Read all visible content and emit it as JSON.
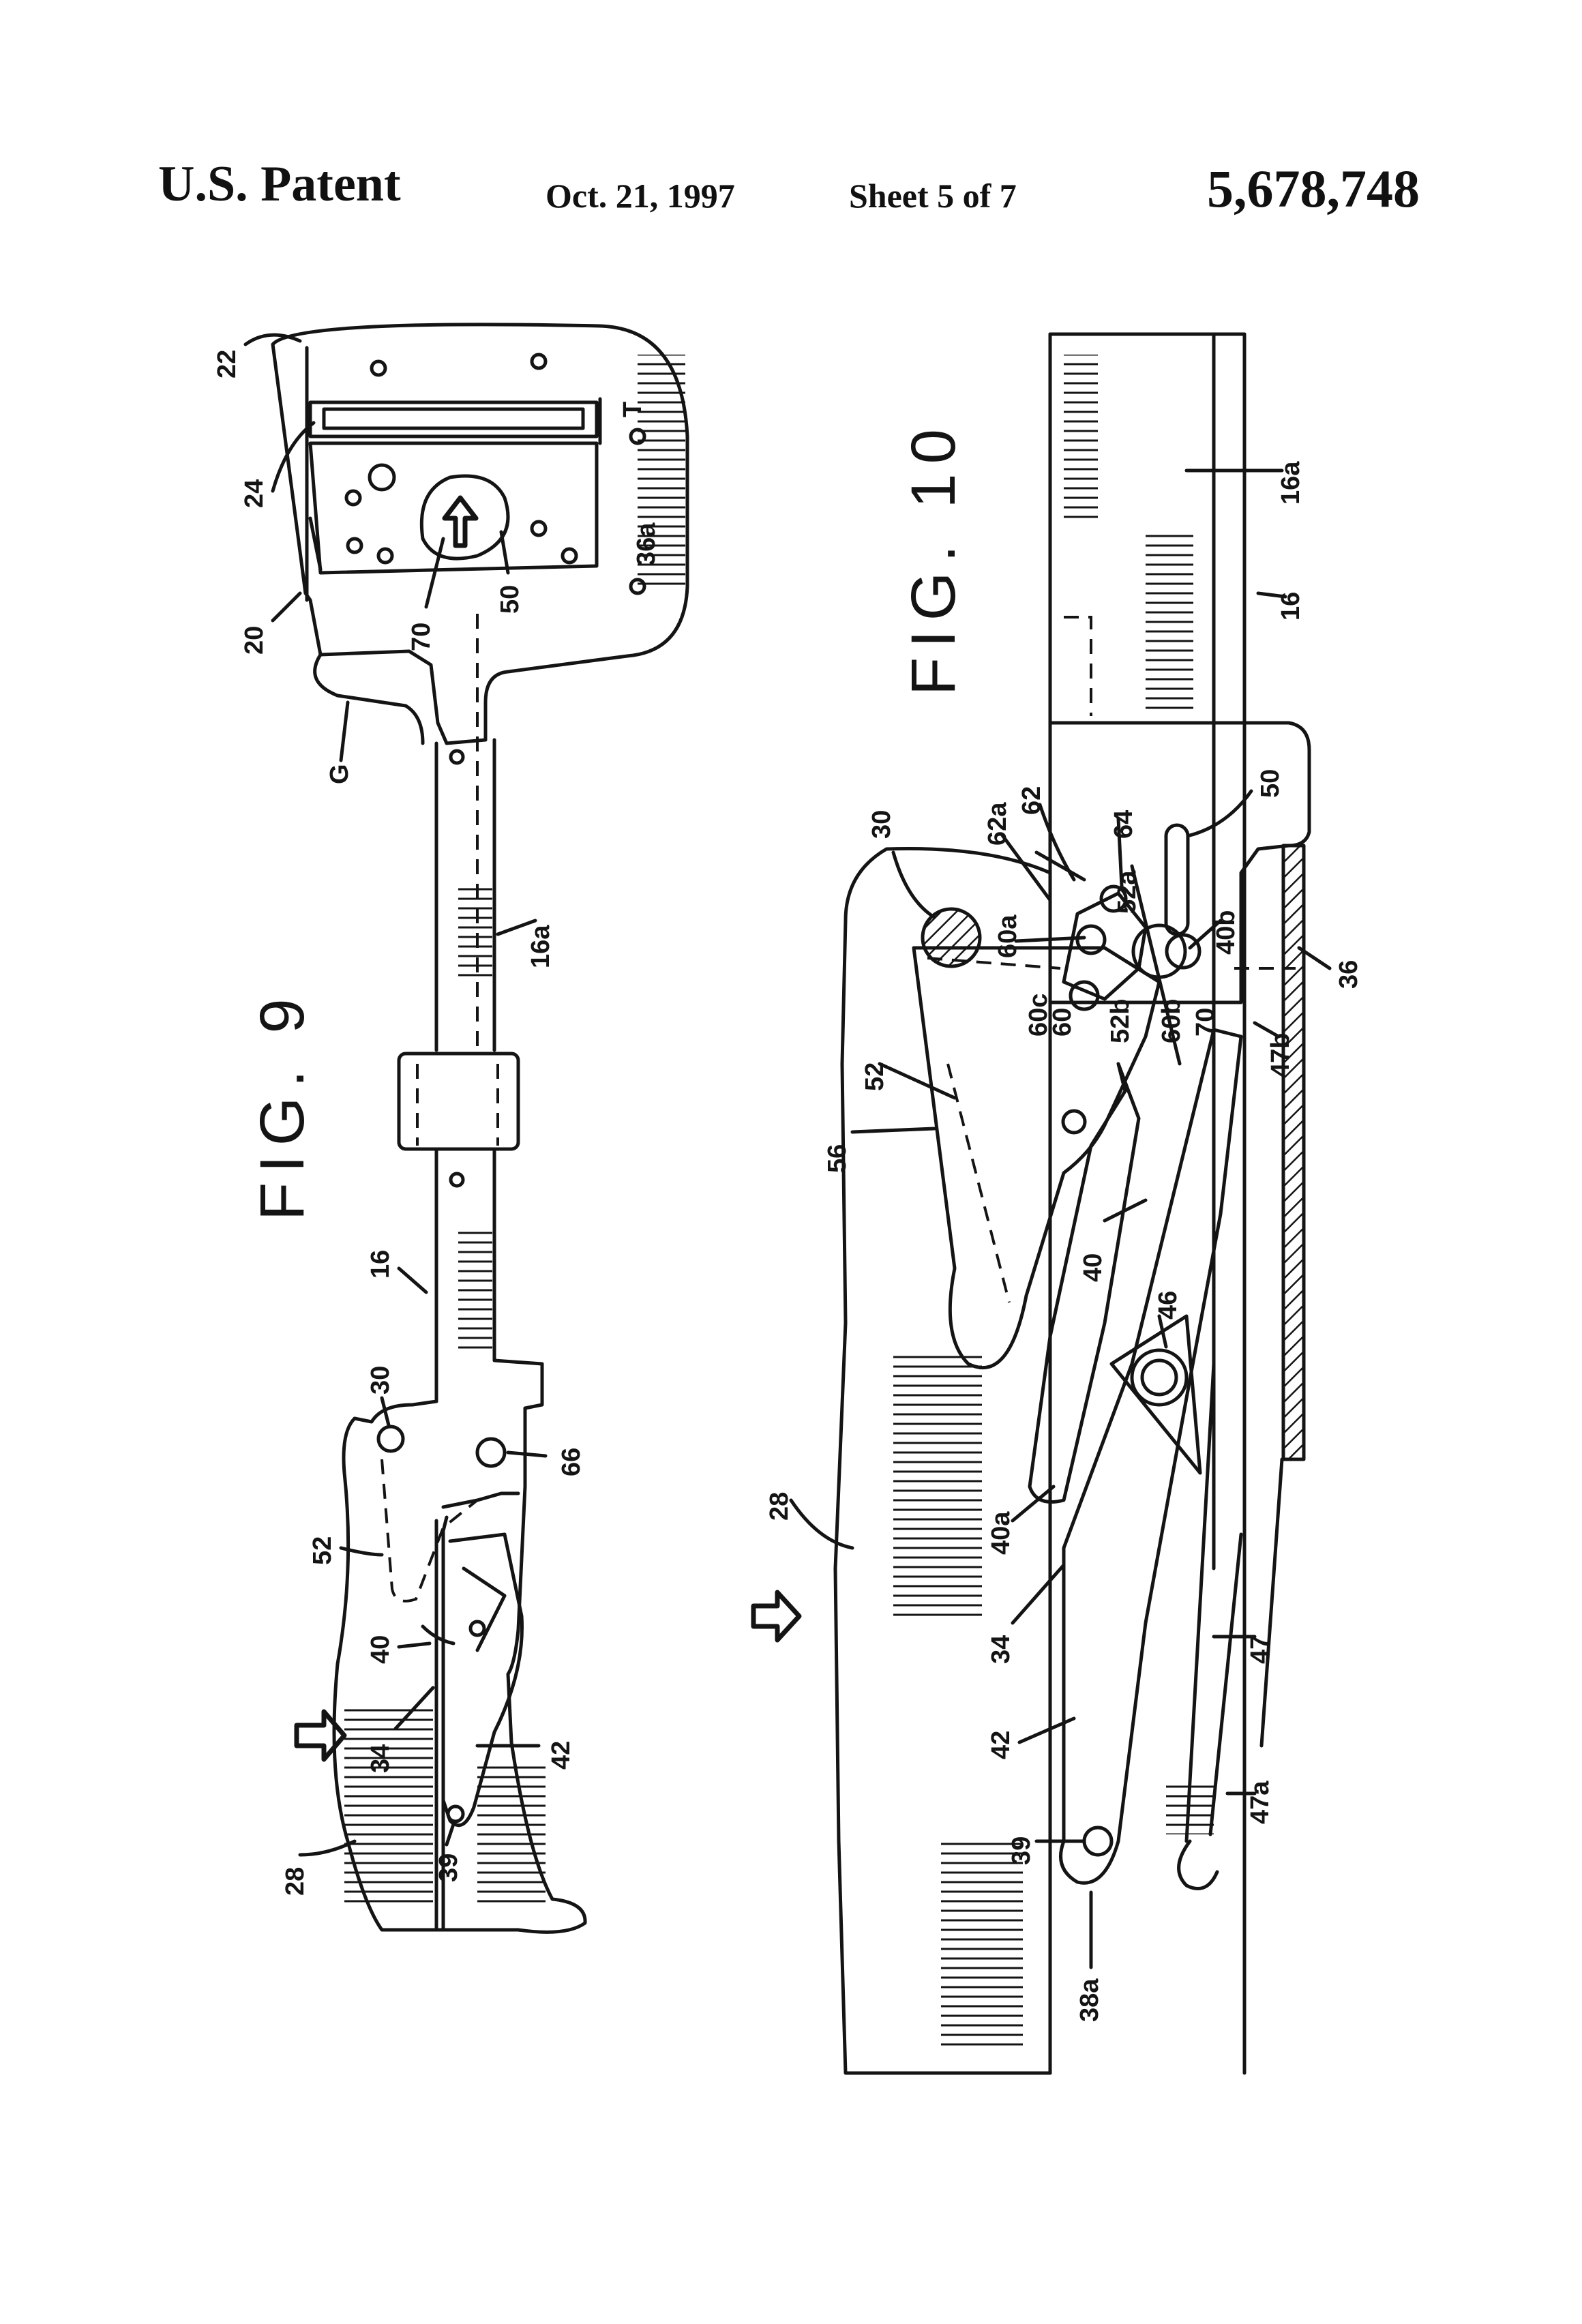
{
  "header": {
    "left": "U.S. Patent",
    "date": "Oct. 21, 1997",
    "sheet": "Sheet 5 of 7",
    "number": "5,678,748"
  },
  "fig9": {
    "title": "FIG. 9",
    "labels": {
      "l22": "22",
      "l24": "24",
      "l20": "20",
      "lG": "G",
      "lT": "T",
      "l70": "70",
      "l50": "50",
      "l36a": "36a",
      "l16a": "16a",
      "l16": "16",
      "l30": "30",
      "l66": "66",
      "l52": "52",
      "l40": "40",
      "l34": "34",
      "l42": "42",
      "l39": "39",
      "l28": "28"
    }
  },
  "fig10": {
    "title": "FIG. 10",
    "labels": {
      "l16a": "16a",
      "l16": "16",
      "l50": "50",
      "l64": "64",
      "l62": "62",
      "l62a": "62a",
      "l30": "30",
      "l52a": "52a",
      "l40b": "40b",
      "l60a": "60a",
      "l36": "36",
      "l52": "52",
      "l60c": "60c",
      "l60": "60",
      "l52b": "52b",
      "l60b": "60b",
      "l70": "70",
      "l47b": "47b",
      "l56": "56",
      "l40": "40",
      "l46": "46",
      "l28": "28",
      "l40a": "40a",
      "l34": "34",
      "l47": "47",
      "l42": "42",
      "l39": "39",
      "l47a": "47a",
      "l38a": "38a"
    }
  }
}
